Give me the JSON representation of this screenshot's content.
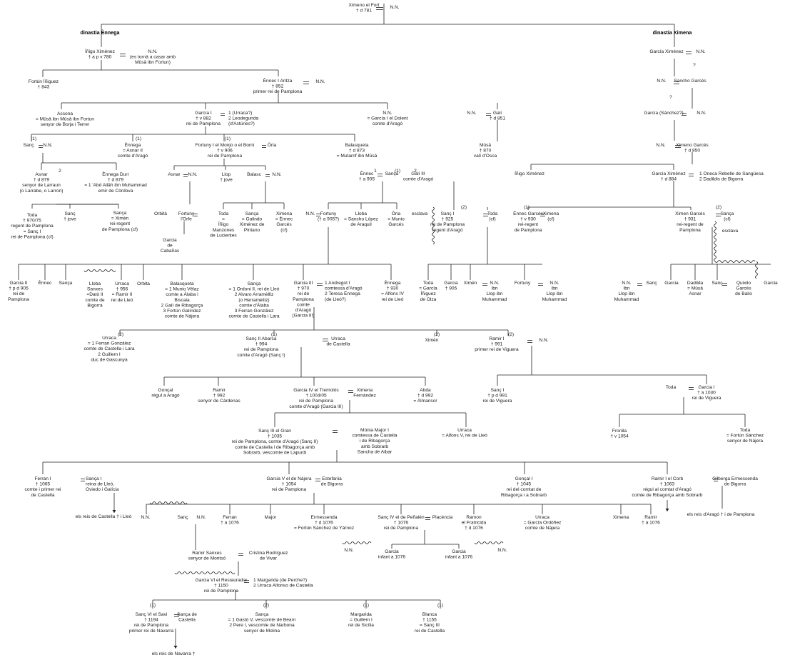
{
  "headings": [
    "dinastia Ènnega",
    "dinastia Ximena"
  ],
  "persons": [
    {
      "id": "ximeno-fort",
      "lines": [
        "Ximeno el Fort",
        "† d 781"
      ]
    },
    {
      "id": "ximeno-wife",
      "lines": [
        "N.N."
      ]
    },
    {
      "id": "inigo-ximenez",
      "lines": [
        "Íñigo Ximénez",
        "† a p v 780"
      ]
    },
    {
      "id": "inigo-wife",
      "lines": [
        "N.N.",
        "(es tornà a casar amb",
        "Mūsā ibn Fortun)"
      ]
    },
    {
      "id": "garcia-ximenez-1",
      "lines": [
        "García Ximénez"
      ]
    },
    {
      "id": "garcia-ximenez-1-wife",
      "lines": [
        "N.N."
      ]
    },
    {
      "id": "q1",
      "lines": [
        "?"
      ]
    },
    {
      "id": "sancho-garces-wife",
      "lines": [
        "N.N."
      ]
    },
    {
      "id": "sancho-garces",
      "lines": [
        "Sancho Garcés"
      ]
    },
    {
      "id": "q2",
      "lines": [
        "?"
      ]
    },
    {
      "id": "fortun-iniguez",
      "lines": [
        "Fortún Íñiguez",
        "† 843"
      ]
    },
    {
      "id": "ennec-arista",
      "lines": [
        "Ènnec I Aritza",
        "† 852",
        "primer rei de Pamplona"
      ]
    },
    {
      "id": "ennec-wife",
      "lines": [
        "N.N."
      ]
    },
    {
      "id": "garcia-sanchez",
      "lines": [
        "García (Sánchez?)"
      ]
    },
    {
      "id": "garcia-sanchez-wife",
      "lines": [
        "N.N."
      ]
    },
    {
      "id": "assona",
      "lines": [
        "Assona",
        "= Mūsā ibn Mūsā ibn Fortun",
        "senyor de Borja i Terrer"
      ]
    },
    {
      "id": "garcia-i",
      "lines": [
        "García I",
        "† v 882",
        "rei de Pamplona"
      ]
    },
    {
      "id": "garcia-i-wives",
      "lines": [
        "1 (Urraca?)",
        "2 Leodegunda",
        "(d'Astúries?)"
      ]
    },
    {
      "id": "nn-daughter",
      "lines": [
        "N.N.",
        "= García I el Dolent",
        "comte d'Aragó"
      ]
    },
    {
      "id": "gali-wife",
      "lines": [
        "N.N."
      ]
    },
    {
      "id": "gali",
      "lines": [
        "Galí",
        "† d 851"
      ]
    },
    {
      "id": "ximeno-garces-wife",
      "lines": [
        "N.N."
      ]
    },
    {
      "id": "ximeno-garces",
      "lines": [
        "Ximeno Garcés",
        "† d 850"
      ]
    },
    {
      "id": "sanc-1",
      "lines": [
        "Sanç"
      ]
    },
    {
      "id": "sanc-1-wife",
      "lines": [
        "N.N."
      ]
    },
    {
      "id": "ennega-1",
      "lines": [
        "Ènnega",
        "= Asnar II",
        "comte d'Aragó"
      ]
    },
    {
      "id": "fortuny-monjo",
      "lines": [
        "Fortuny I el Monjo o el Borni",
        "† v 906",
        "rei de Pamplona"
      ]
    },
    {
      "id": "oria-1",
      "lines": [
        "Òria"
      ]
    },
    {
      "id": "balasqueta-1",
      "lines": [
        "Balasqueta",
        "† d 873",
        "= Mutarrif ibn Mūsā"
      ]
    },
    {
      "id": "musa",
      "lines": [
        "Mūsā",
        "† 870",
        "valí d'Osca"
      ]
    },
    {
      "id": "asnar-1",
      "lines": [
        "Asnar",
        "† d 879",
        "senyor de Larraun",
        "(o Larrabe, o Larron)"
      ]
    },
    {
      "id": "ennega-durr",
      "lines": [
        "Ènnega Durr",
        "† d 879",
        "= 1 'Abd Allāh ibn Muhammad",
        "emir de Còrdova"
      ]
    },
    {
      "id": "asnar-2",
      "lines": [
        "Asnar"
      ]
    },
    {
      "id": "asnar-2-wife",
      "lines": [
        "N.N."
      ]
    },
    {
      "id": "llop-1",
      "lines": [
        "Llop",
        "† jove"
      ]
    },
    {
      "id": "balasc",
      "lines": [
        "Balasc"
      ]
    },
    {
      "id": "balasc-wife",
      "lines": [
        "N.N."
      ]
    },
    {
      "id": "ennec-2",
      "lines": [
        "Ènnec",
        "† a 905"
      ]
    },
    {
      "id": "sanca-1",
      "lines": [
        "Sança"
      ]
    },
    {
      "id": "gali-iii",
      "lines": [
        "Galí III",
        "comte d'Aragó"
      ]
    },
    {
      "id": "inigo-ximenez-2",
      "lines": [
        "Íñigo Ximénez"
      ]
    },
    {
      "id": "garcia-ximenez-2",
      "lines": [
        "García Ximénez",
        "† d 884"
      ]
    },
    {
      "id": "garcia-ximenez-2-wives",
      "lines": [
        "1 Oneca Rebelle de Sangüesa",
        "2 Dadildis de Bigorra"
      ]
    },
    {
      "id": "toda-1",
      "lines": [
        "Toda",
        "† 970/75",
        "regent de Pamplona",
        "= Sanç I",
        "rei de Pamplona (cf)"
      ]
    },
    {
      "id": "sanc-2",
      "lines": [
        "Sanç",
        "† jove"
      ]
    },
    {
      "id": "sanca-2",
      "lines": [
        "Sança",
        "= Ximèn",
        "rei-regent",
        "de Pamplona (cf)"
      ]
    },
    {
      "id": "orbita-1",
      "lines": [
        "Orbità"
      ]
    },
    {
      "id": "fortuny-orfe",
      "lines": [
        "Fortuny",
        "l'Orfe"
      ]
    },
    {
      "id": "garcia-cabanas",
      "lines": [
        "Garcia",
        "de",
        "Cabañas"
      ]
    },
    {
      "id": "toda-2",
      "lines": [
        "Toda",
        "=",
        "Íñigo",
        "Manzones",
        "de Lucientes"
      ]
    },
    {
      "id": "sanca-3",
      "lines": [
        "Sança",
        "= Galindo",
        "Ximénez de",
        "Pintano"
      ]
    },
    {
      "id": "ximena-1",
      "lines": [
        "Ximena",
        "= Ènnec",
        "Garcés",
        "(cf)"
      ]
    },
    {
      "id": "fortuny-2-wife",
      "lines": [
        "N.N."
      ]
    },
    {
      "id": "fortuny-2",
      "lines": [
        "Fortuny",
        "(† a 905?)"
      ]
    },
    {
      "id": "lloba-1",
      "lines": [
        "Lloba",
        "= Sancho López",
        "de Araquil"
      ]
    },
    {
      "id": "oria-2",
      "lines": [
        "Òria",
        "= Munio",
        "Garcés"
      ]
    },
    {
      "id": "esclava-1",
      "lines": [
        "esclava"
      ]
    },
    {
      "id": "sanc-i",
      "lines": [
        "Sanç I",
        "† 925",
        "rei de Pamplona",
        "regent d'Aragó"
      ]
    },
    {
      "id": "toda-cf",
      "lines": [
        "Toda",
        "(cf)"
      ]
    },
    {
      "id": "ennec-garces",
      "lines": [
        "Ènnec Garcés",
        "† v 930",
        "rei-regent",
        "de Pamplona"
      ]
    },
    {
      "id": "ximena-cf",
      "lines": [
        "Ximena",
        "(cf)"
      ]
    },
    {
      "id": "ximen-garces",
      "lines": [
        "Ximen Garcés",
        "† 931",
        "rei-regent de",
        "Pamplona"
      ]
    },
    {
      "id": "sanca-cf",
      "lines": [
        "Sança",
        "(cf)"
      ]
    },
    {
      "id": "esclava-2",
      "lines": [
        "esclava"
      ]
    },
    {
      "id": "garcia-ii",
      "lines": [
        "Garcia II",
        "† p d 905",
        "rei de",
        "Pamplona"
      ]
    },
    {
      "id": "ennec-3",
      "lines": [
        "Ènnec"
      ]
    },
    {
      "id": "sanca-4",
      "lines": [
        "Sança"
      ]
    },
    {
      "id": "lloba-sanxes",
      "lines": [
        "Lloba",
        "Sanxes",
        "=Datò II",
        "comte de",
        "Bigorra"
      ]
    },
    {
      "id": "urraca-1",
      "lines": [
        "Urraca",
        "† 956",
        "= Ramir II",
        "rei de Lleó"
      ]
    },
    {
      "id": "orbita-2",
      "lines": [
        "Orbita"
      ]
    },
    {
      "id": "balasqueta-2",
      "lines": [
        "Balasqueta",
        "= 1 Munio Vélaz",
        "comte a Àlaba i",
        "Biscaia",
        "2 Galí de Ribagorça",
        "3 Fortún Galíndez",
        "comte de Nàjera"
      ]
    },
    {
      "id": "sanca-5",
      "lines": [
        "Sança",
        "= 1 Ordoni II, rei de Lleó",
        "2 Alvaro Arramèlliz",
        "(o Herramèlliz)",
        "comte d'Àlaba",
        "3 Ferran González",
        "comte de Castella i Lara"
      ]
    },
    {
      "id": "garcia-iii",
      "lines": [
        "Garcia III",
        "† 970",
        "rei de",
        "Pamplona",
        "comte",
        "d'Aragó",
        "(Garcia III)"
      ]
    },
    {
      "id": "garcia-iii-wives",
      "lines": [
        "1 Andregot I",
        "comtessa d'Aragó",
        "2 Teresa Ènnega",
        "(de Lleó?)"
      ]
    },
    {
      "id": "ennega-2",
      "lines": [
        "Ènnega",
        "† 930",
        "= Alfons IV",
        "rei de Lleó"
      ]
    },
    {
      "id": "toda-3",
      "lines": [
        "Toda",
        "= García",
        "Íñiguez",
        "de Olza"
      ]
    },
    {
      "id": "garcia-905",
      "lines": [
        "Garcia",
        "† 905"
      ]
    },
    {
      "id": "ximen",
      "lines": [
        "Ximèn"
      ]
    },
    {
      "id": "ximen-wife",
      "lines": [
        "N.N.",
        "Ibn",
        "Llop ibn",
        "Muhammad"
      ]
    },
    {
      "id": "fortuny-3",
      "lines": [
        "Fortuny"
      ]
    },
    {
      "id": "fortuny-3-wife",
      "lines": [
        "N.N.",
        "Ibn",
        "Llop ibn",
        "Muhammad"
      ]
    },
    {
      "id": "sanc-ibn-wife",
      "lines": [
        "N.N.",
        "Ibn",
        "Llop ibn",
        "Muhammad"
      ]
    },
    {
      "id": "sanc-3",
      "lines": [
        "Sanç"
      ]
    },
    {
      "id": "garcia-4",
      "lines": [
        "Garcia"
      ]
    },
    {
      "id": "dadildis",
      "lines": [
        "Dadilda",
        "= Mūsā",
        "Asnar"
      ]
    },
    {
      "id": "sanc-4",
      "lines": [
        "Sanç"
      ]
    },
    {
      "id": "quixilo",
      "lines": [
        "Quixilo",
        "Garcés",
        "de Bailo"
      ]
    },
    {
      "id": "garcia-5",
      "lines": [
        "Garcia"
      ]
    },
    {
      "id": "urraca-2",
      "lines": [
        "Urraca",
        "= 1 Ferran González",
        "comte de Castella i Lara",
        "2 Guillem I",
        "duc de Gascunya"
      ]
    },
    {
      "id": "sanc-ii",
      "lines": [
        "Sanç II Abarca",
        "† 994",
        "rei de Pamplona",
        "comte d'Aragó (Sanç I)"
      ]
    },
    {
      "id": "urraca-castella",
      "lines": [
        "Urraca",
        "de Castella"
      ]
    },
    {
      "id": "ximen-2",
      "lines": [
        "Ximèn"
      ]
    },
    {
      "id": "ramir-i-viguera",
      "lines": [
        "Ramir I",
        "† 991",
        "primer rei de Viguera"
      ]
    },
    {
      "id": "ramir-wife",
      "lines": [
        "N.N."
      ]
    },
    {
      "id": "goncal-1",
      "lines": [
        "Gonçal",
        "régul a Aragó"
      ]
    },
    {
      "id": "ramir-992",
      "lines": [
        "Ramir",
        "† 992",
        "senyor de Cárdenas"
      ]
    },
    {
      "id": "garcia-iv",
      "lines": [
        "Garcia IV el Tremolós",
        "† 1004/05",
        "rei de Pamplona",
        "comte d'Aragó (Garcia III)"
      ]
    },
    {
      "id": "ximena-fernandez",
      "lines": [
        "Ximena",
        "Fernández"
      ]
    },
    {
      "id": "abda",
      "lines": [
        "Abda",
        "† d 992",
        "= Almansor"
      ]
    },
    {
      "id": "sanc-i-viguera",
      "lines": [
        "Sanç I",
        "† p d 991",
        "rei de Viguera"
      ]
    },
    {
      "id": "toda-4",
      "lines": [
        "Toda"
      ]
    },
    {
      "id": "garcia-i-viguera",
      "lines": [
        "Garcia I",
        "† a 1030",
        "rei de Viguera"
      ]
    },
    {
      "id": "sanc-iii",
      "lines": [
        "Sanç III el Gran",
        "† 1035",
        "rei de Pamplona, comte d'Aragó (Sanç II)",
        "comte de Castella i de Ribagorça amb",
        "Sobrarb, vescomte de Lapurdi"
      ]
    },
    {
      "id": "munia",
      "lines": [
        "Múnia Major I",
        "comtessa de Castella",
        "i de Ribagorça",
        "amb Sobrarb",
        "Sancha de Aibar"
      ]
    },
    {
      "id": "urraca-3",
      "lines": [
        "Urraca",
        "= Alfons V, rei de Lleó"
      ]
    },
    {
      "id": "fronila",
      "lines": [
        "Fronila",
        "† v 1054"
      ]
    },
    {
      "id": "toda-5",
      "lines": [
        "Toda",
        "= Fortún Sánchez",
        "senyor de Nàjera"
      ]
    },
    {
      "id": "ferran-i",
      "lines": [
        "Ferran I",
        "† 1065",
        "comte i primer rei",
        "de Castella"
      ]
    },
    {
      "id": "sanca-i-lleo",
      "lines": [
        "Sança I",
        "reina de Lleó,",
        "Oviedo i Galícia"
      ]
    },
    {
      "id": "garcia-v",
      "lines": [
        "Garcia V el de Nàjera",
        "† 1054",
        "rei de Pamplona"
      ]
    },
    {
      "id": "estefania",
      "lines": [
        "Estefania",
        "de Bigorra"
      ]
    },
    {
      "id": "goncal-i",
      "lines": [
        "Gonçal I",
        "† 1045",
        "rei del comtat de",
        "Ribagorça i a Sobrarb"
      ]
    },
    {
      "id": "ramir-i-corb",
      "lines": [
        "Ramir I el Corb",
        "† 1063",
        "régul al comtat d'Aragó",
        "comte de Ribagorça amb Sobrarb"
      ]
    },
    {
      "id": "gilberga",
      "lines": [
        "Gilberga Ermessenda",
        "de Bigorra"
      ]
    },
    {
      "id": "reis-castella",
      "lines": [
        "els reis de Castella † i Lleó"
      ]
    },
    {
      "id": "reis-arago",
      "lines": [
        "els reis d'Aragó † i de Pamplona"
      ]
    },
    {
      "id": "nn-a",
      "lines": [
        "N.N."
      ]
    },
    {
      "id": "sanc-5",
      "lines": [
        "Sanç"
      ]
    },
    {
      "id": "nn-b",
      "lines": [
        "N.N."
      ]
    },
    {
      "id": "ferran-1076",
      "lines": [
        "Ferran",
        "† a 1076"
      ]
    },
    {
      "id": "major",
      "lines": [
        "Major"
      ]
    },
    {
      "id": "ermessenda",
      "lines": [
        "Ermessenda",
        "† d 1076",
        "= Fortún Sánchez de Yárnoz"
      ]
    },
    {
      "id": "sanc-iv",
      "lines": [
        "Sanç IV el de Peñalén",
        "† 1076",
        "rei de Pamplona"
      ]
    },
    {
      "id": "placencia",
      "lines": [
        "Placència"
      ]
    },
    {
      "id": "ramon-fratricida",
      "lines": [
        "Ramon",
        "el Fratricida",
        "† d 1076"
      ]
    },
    {
      "id": "urraca-4",
      "lines": [
        "Urraca",
        "= García Ordóñez",
        "comte de Nàjera"
      ]
    },
    {
      "id": "ximena-2",
      "lines": [
        "Ximena"
      ]
    },
    {
      "id": "ramir-1076",
      "lines": [
        "Ramir",
        "† a 1076"
      ]
    },
    {
      "id": "nn-c",
      "lines": [
        "N.N."
      ]
    },
    {
      "id": "garcia-infant-1",
      "lines": [
        "Garcia",
        "infant a 1076"
      ]
    },
    {
      "id": "garcia-infant-2",
      "lines": [
        "Garcia",
        "infant a 1076"
      ]
    },
    {
      "id": "nn-d",
      "lines": [
        "N.N."
      ]
    },
    {
      "id": "ramir-sanxes",
      "lines": [
        "Ramir Sanxes",
        "senyor de Montsó"
      ]
    },
    {
      "id": "cristina",
      "lines": [
        "Cristina Rodríguez",
        "de Vivar"
      ]
    },
    {
      "id": "garcia-vi",
      "lines": [
        "Garcia VI el Restaurador",
        "† 1150",
        "rei de Pamplona"
      ]
    },
    {
      "id": "garcia-vi-wives",
      "lines": [
        "1 Margarida (de Perche?)",
        "2 Urraca Alfonso de Castella"
      ]
    },
    {
      "id": "sanc-vi",
      "lines": [
        "Sanç VI el Savi",
        "† 1194",
        "rei de Pamplona",
        "primer rei de Navarra"
      ]
    },
    {
      "id": "sanca-castella",
      "lines": [
        "Sança de",
        "Castella"
      ]
    },
    {
      "id": "sanca-6",
      "lines": [
        "Sança",
        "= 1 Gastó V, vescomte de Bearn",
        "2 Pere I, vescomte de Narbona",
        "senyor de Molina"
      ]
    },
    {
      "id": "margarida",
      "lines": [
        "Margarida",
        "= Guillem I",
        "rei de Sicília"
      ]
    },
    {
      "id": "blanca",
      "lines": [
        "Blanca",
        "† 1155",
        "= Sanç III",
        "rei de Castella"
      ]
    },
    {
      "id": "reis-navarra",
      "lines": [
        "els reis de Navarra †"
      ]
    }
  ],
  "marks": [
    {
      "id": "m1",
      "text": "(1)"
    },
    {
      "id": "m2",
      "text": "2"
    },
    {
      "id": "m3",
      "text": "(1)"
    },
    {
      "id": "m4",
      "text": "(1)"
    },
    {
      "id": "m5",
      "text": "1"
    },
    {
      "id": "m6",
      "text": "(1)"
    },
    {
      "id": "m7",
      "text": "2"
    },
    {
      "id": "m8",
      "text": "(2)"
    },
    {
      "id": "m9",
      "text": "(1)"
    },
    {
      "id": "m10",
      "text": "(2)"
    },
    {
      "id": "m11",
      "text": "(2)"
    },
    {
      "id": "m12",
      "text": "(1)"
    },
    {
      "id": "m13",
      "text": "(2)"
    },
    {
      "id": "m14",
      "text": "(2)"
    },
    {
      "id": "m15",
      "text": "(1)"
    },
    {
      "id": "m16",
      "text": "(2)"
    },
    {
      "id": "m17",
      "text": "(1)"
    },
    {
      "id": "m18",
      "text": "(1)"
    }
  ]
}
